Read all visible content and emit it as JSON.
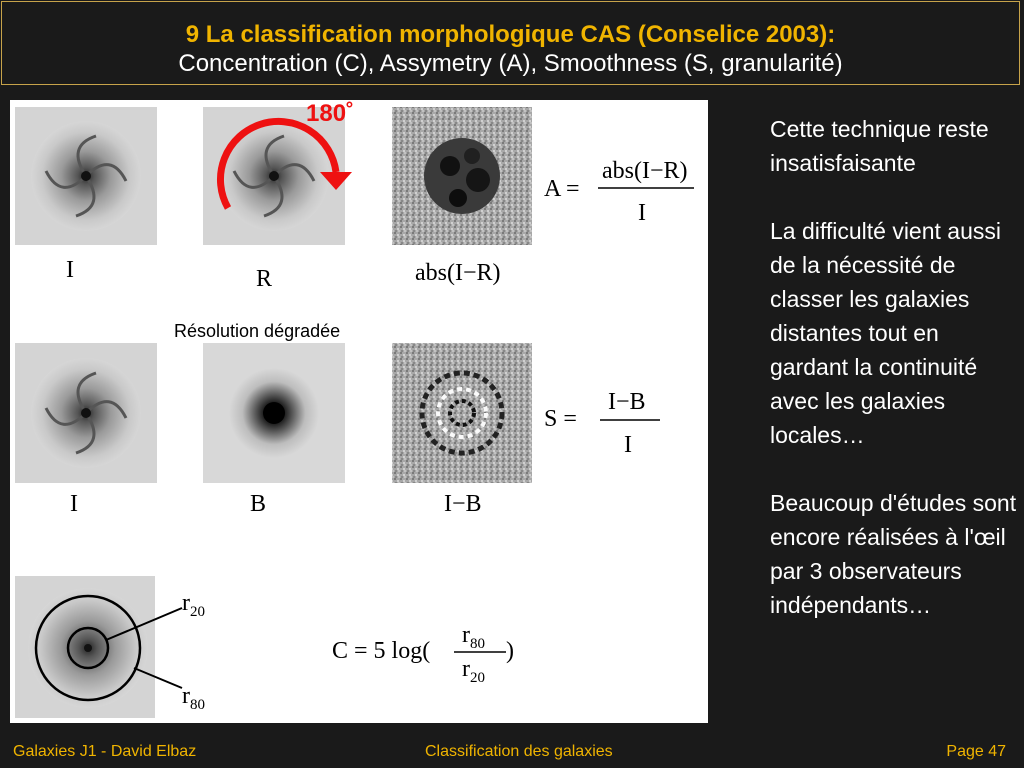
{
  "slide": {
    "title_line1": "9 La classification morphologique CAS (Conselice 2003):",
    "title_line2": "Concentration (C), Assymetry (A), Smoothness (S, granularité)"
  },
  "figure": {
    "rotation_label": "180˚",
    "degraded_label": "Résolution dégradée",
    "captions": {
      "row1_i": "I",
      "row1_r": "R",
      "row1_abs": "abs(I−R)",
      "row2_i": "I",
      "row2_b": "B",
      "row2_ib": "I−B"
    },
    "eq_a": {
      "lhs": "A =",
      "num": "abs(I−R)",
      "den": "I"
    },
    "eq_s": {
      "lhs": "S =",
      "num": "I−B",
      "den": "I"
    },
    "eq_c": {
      "lhs": "C = 5 log(",
      "num": "r",
      "num_sub": "80",
      "den": "r",
      "den_sub": "20",
      "rhs": ")"
    },
    "r20": {
      "r": "r",
      "sub": "20"
    },
    "r80": {
      "r": "r",
      "sub": "80"
    }
  },
  "sidebar": {
    "p1": "Cette technique reste insatisfaisante",
    "p2": "La difficulté vient aussi de la nécessité de classer les galaxies distantes tout en gardant la continuité avec les galaxies locales…",
    "p3": "Beaucoup d'études sont encore réalisées à l'œil par 3 observateurs indépendants…"
  },
  "footer": {
    "left": "Galaxies J1 - David Elbaz",
    "center": "Classification des galaxies",
    "right": "Page 47"
  },
  "colors": {
    "title_gold": "#f0b400",
    "arrow_red": "#ee1111",
    "background": "#1a1a1a"
  }
}
